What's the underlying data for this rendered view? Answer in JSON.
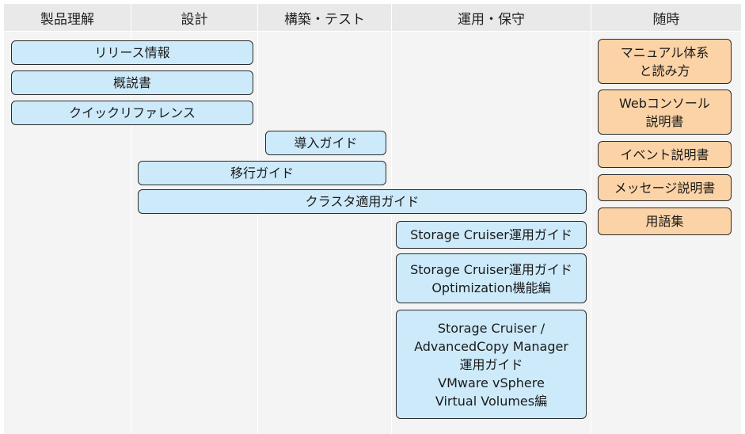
{
  "headers": {
    "understand": "製品理解",
    "design": "設計",
    "build": "構築・テスト",
    "operate": "運用・保守",
    "anytime": "随時"
  },
  "manuals": {
    "release_info": "リリース情報",
    "overview": "概説書",
    "quick_reference": "クイックリファレンス",
    "install_guide": "導入ガイド",
    "migration_guide": "移行ガイド",
    "cluster_guide": "クラスタ適用ガイド",
    "sc_ops_guide": "Storage Cruiser運用ガイド",
    "sc_opt_guide": "Storage Cruiser運用ガイド\nOptimization機能編",
    "sc_vvol_guide": "Storage Cruiser /\nAdvancedCopy Manager\n運用ガイド\nVMware vSphere\nVirtual Volumes編",
    "manual_system": "マニュアル体系\nと読み方",
    "web_console": "Webコンソール\n説明書",
    "event_guide": "イベント説明書",
    "message_guide": "メッセージ説明書",
    "glossary": "用語集"
  },
  "colors": {
    "box_blue": "#cdeafa",
    "box_orange": "#fbd3a6",
    "header_bg": "#e9e9e9",
    "column_bg": "#f4f4f4"
  }
}
